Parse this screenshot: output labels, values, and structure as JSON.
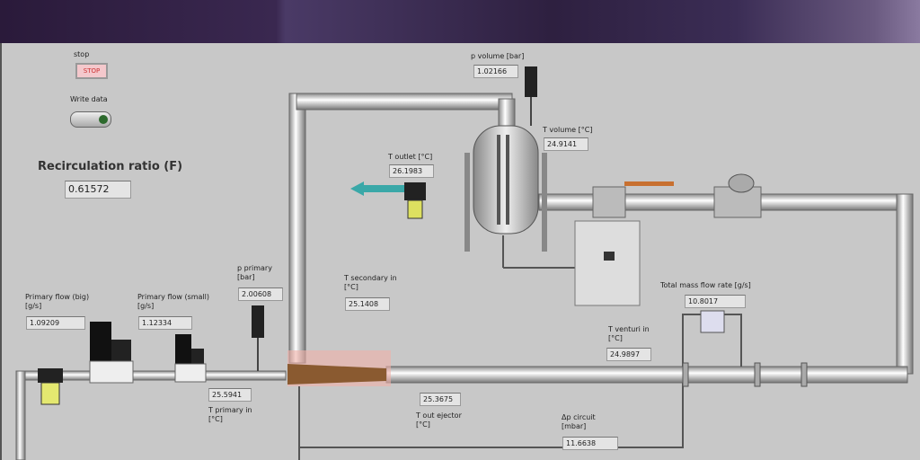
{
  "controls": {
    "stop_label": "stop",
    "stop_button": "STOP",
    "write_label": "Write data"
  },
  "recirculation": {
    "label": "Recirculation ratio (F)",
    "value": "0.61572"
  },
  "indicators": {
    "p_volume": {
      "label": "p volume [bar]",
      "value": "1.02166"
    },
    "t_volume": {
      "label": "T volume [°C]",
      "value": "24.9141"
    },
    "t_outlet": {
      "label": "T outlet [°C]",
      "value": "26.1983"
    },
    "t_secondary": {
      "label": "T secondary in\n[°C]",
      "value": "25.1408"
    },
    "p_primary": {
      "label": "p primary\n[bar]",
      "value": "2.00608"
    },
    "flow_big": {
      "label": "Primary flow (big)\n[g/s]",
      "value": "1.09209"
    },
    "flow_small": {
      "label": "Primary flow (small)\n[g/s]",
      "value": "1.12334"
    },
    "t_primary": {
      "label": "T primary in\n[°C]",
      "value": "25.5941"
    },
    "t_out_ejector": {
      "label": "T out ejector\n[°C]",
      "value": "25.3675"
    },
    "dp_circuit": {
      "label": "Δp circuit\n[mbar]",
      "value": "11.6638"
    },
    "t_venturi": {
      "label": "T venturi in\n[°C]",
      "value": "24.9897"
    },
    "total_flow": {
      "label": "Total mass flow rate [g/s]",
      "value": "10.8017"
    }
  }
}
